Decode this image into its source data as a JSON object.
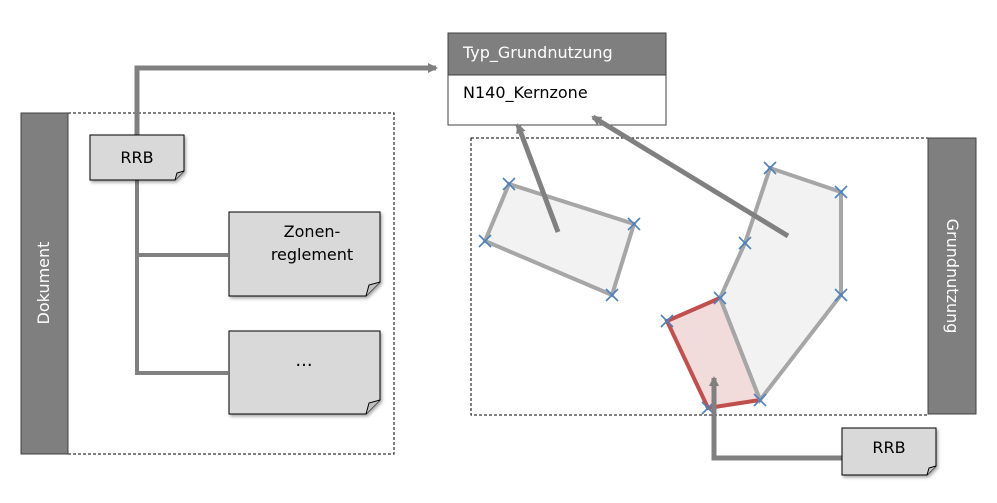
{
  "class_box": {
    "header": "Typ_Grundnutzung",
    "value": "N140_Kernzone"
  },
  "left_group": {
    "bar_label": "Dokument",
    "rrb_label": "RRB",
    "doc1_label_line1": "Zonen-",
    "doc1_label_line2": "reglement",
    "doc2_label": "..."
  },
  "right_group": {
    "bar_label": "Grundnutzung",
    "rrb_label": "RRB"
  },
  "colors": {
    "bar_fill": "#7f7f7f",
    "box_fill": "#d9d9d9",
    "connector": "#808080",
    "polygon_fill": "#f2f2f2",
    "polygon_stroke": "#a6a6a6",
    "highlight_fill": "#f2dcdb",
    "highlight_stroke": "#c0504d",
    "vertex_marker": "#4f81bd"
  }
}
